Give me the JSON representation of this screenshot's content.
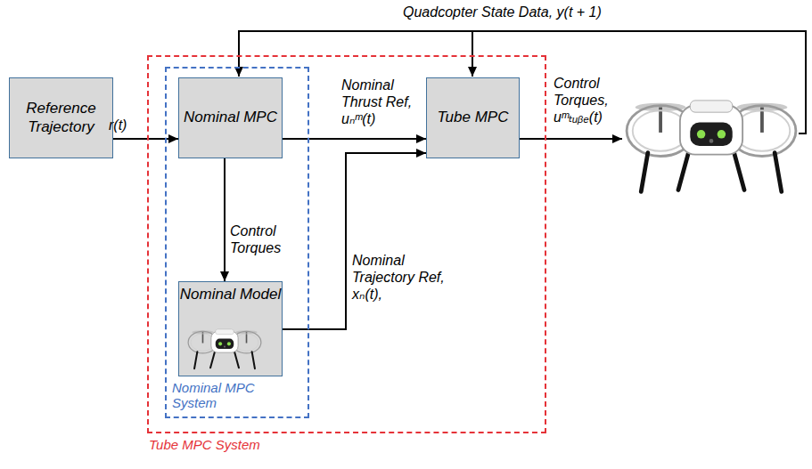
{
  "diagram": {
    "nodes": [
      {
        "text": [
          "Reference Trajectory"
        ]
      },
      {
        "text": [
          "Tube MPC System"
        ]
      },
      {
        "text": [
          "Nominal MPC System"
        ],
        "in": 1
      },
      {
        "text": [
          "Nominal MPC"
        ],
        "in": 2
      },
      {
        "text": [
          "Nominal Model"
        ],
        "in": 2
      },
      {
        "text": [
          "Tube MPC"
        ],
        "in": 1
      }
    ],
    "edges": [
      {
        "from": 0,
        "to": 3,
        "arrow": "to",
        "label": "r(t)"
      },
      {
        "from": 3,
        "to": 5,
        "arrow": "to",
        "label": "Nominal Thrust Ref, uₙᵐ(t)"
      },
      {
        "from": 3,
        "to": 4,
        "arrow": "to",
        "label": "Control Torques"
      },
      {
        "from": 4,
        "to": 5,
        "arrow": "to",
        "label": "Nominal Trajectory Ref, xₙ(t),"
      }
    ],
    "labels": [
      "Quadcopter State Data, y(t + 1)",
      "Control Torques, uᵐₜᵤᵦₑ(t)"
    ]
  }
}
